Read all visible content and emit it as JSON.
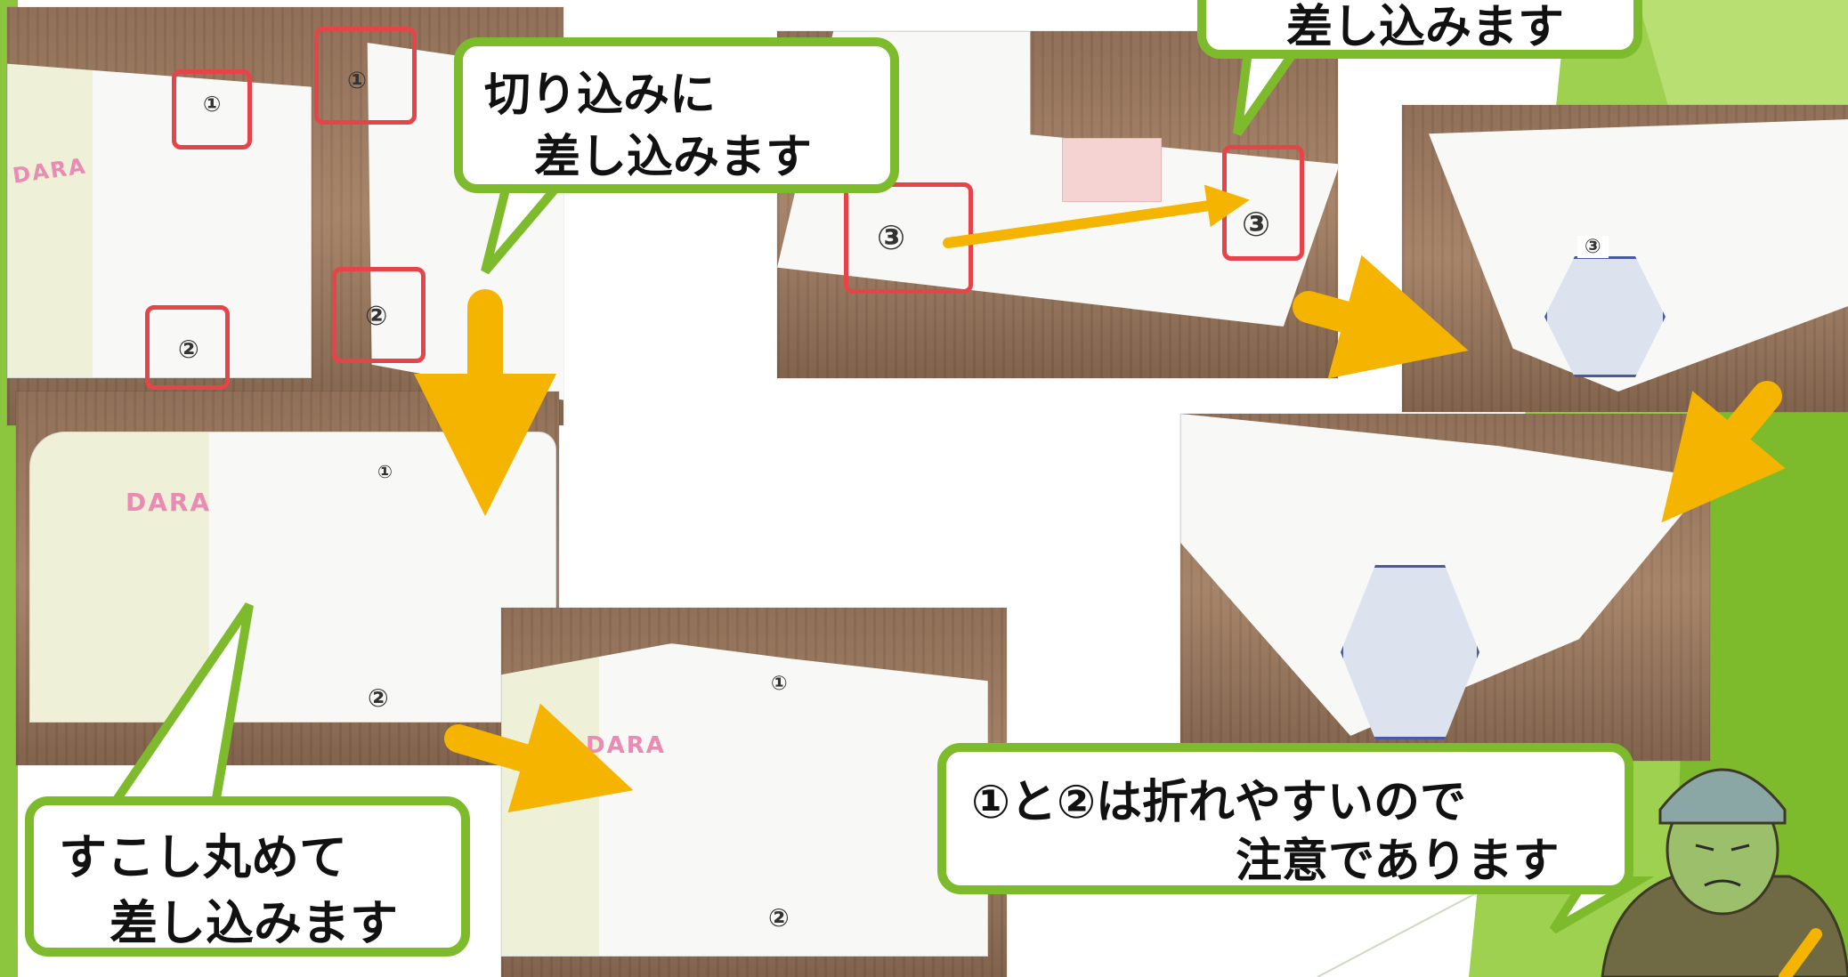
{
  "bubbles": {
    "top_left": {
      "line1": "切り込みに",
      "line2": "差し込みます"
    },
    "top_right": {
      "line2": "差し込みます"
    },
    "bottom_left": {
      "line1": "すこし丸めて",
      "line2": "差し込みます"
    },
    "bottom_right": {
      "line1": "①と②は折れやすいので",
      "line2": "注意であります"
    }
  },
  "photo_labels": {
    "tab_1": "①",
    "tab_2": "②",
    "tab_3": "③",
    "logo": "DARA"
  },
  "colors": {
    "bubble_border": "#7dbb2d",
    "highlight_box": "#e7444a",
    "arrow": "#f5b400",
    "slide_accent": "#8cc63f"
  },
  "icons": {
    "arrow": "arrow-icon",
    "character": "soldier-character-icon"
  }
}
